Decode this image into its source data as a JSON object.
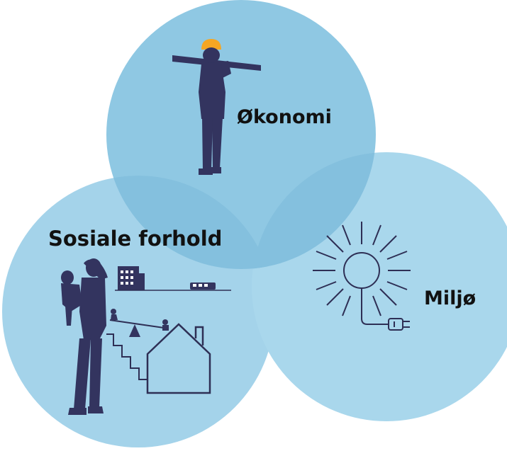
{
  "diagram": {
    "circles": [
      {
        "id": "okonomi",
        "label": "Økonomi",
        "icon": "construction-worker-icon"
      },
      {
        "id": "sosiale",
        "label": "Sosiale forhold",
        "icon": "family-housing-icon"
      },
      {
        "id": "miljo",
        "label": "Miljø",
        "icon": "sun-plug-icon"
      }
    ],
    "colors": {
      "circle_top": "#8fc8e3",
      "circle_left": "#a4d3ea",
      "circle_right": "#a9d7ec",
      "overlap": "#7fbcdb",
      "silhouette": "#33345f",
      "helmet": "#f5a623",
      "line": "#2e2f55"
    }
  }
}
